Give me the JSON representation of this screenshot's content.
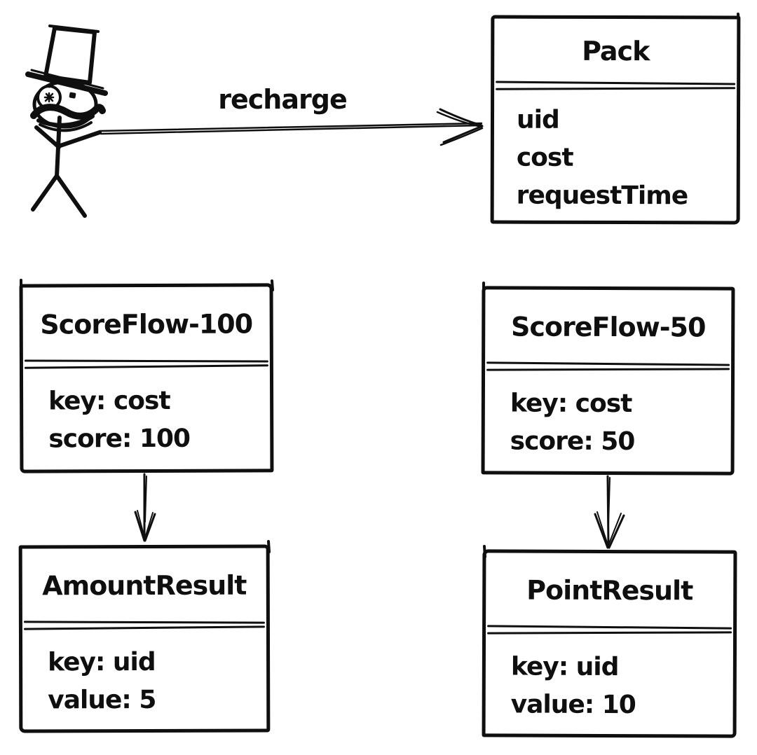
{
  "colors": {
    "ink": "#0f0f0f",
    "bg": "#ffffff"
  },
  "actor": {
    "kind": "stick-figure",
    "appearance": "top hat, monocle eye, mustache"
  },
  "edges": {
    "recharge": {
      "label": "recharge",
      "from": "actor",
      "to": "Pack"
    },
    "flow100_to_amount": {
      "from": "ScoreFlow-100",
      "to": "AmountResult"
    },
    "flow50_to_point": {
      "from": "ScoreFlow-50",
      "to": "PointResult"
    }
  },
  "nodes": {
    "pack": {
      "title": "Pack",
      "fields": [
        "uid",
        "cost",
        "requestTime"
      ]
    },
    "scoreflow100": {
      "title": "ScoreFlow-100",
      "fields": [
        "key: cost",
        "score: 100"
      ]
    },
    "scoreflow50": {
      "title": "ScoreFlow-50",
      "fields": [
        "key: cost",
        "score: 50"
      ]
    },
    "amountresult": {
      "title": "AmountResult",
      "fields": [
        "key: uid",
        "value: 5"
      ]
    },
    "pointresult": {
      "title": "PointResult",
      "fields": [
        "key: uid",
        "value: 10"
      ]
    }
  }
}
